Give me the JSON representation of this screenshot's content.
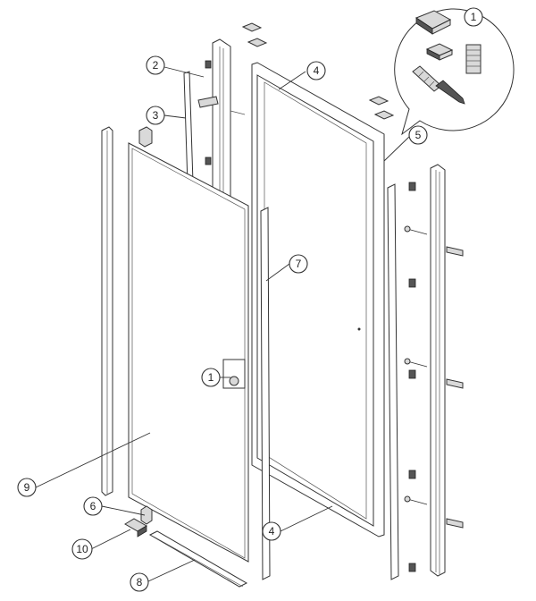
{
  "callouts": {
    "c1_top": "1",
    "c1_handle": "1",
    "c2": "2",
    "c3": "3",
    "c4_top": "4",
    "c4_bottom": "4",
    "c5": "5",
    "c6": "6",
    "c7": "7",
    "c8": "8",
    "c9": "9",
    "c10": "10"
  },
  "colors": {
    "line": "#333333",
    "background": "#ffffff",
    "hardware": "#555555"
  }
}
